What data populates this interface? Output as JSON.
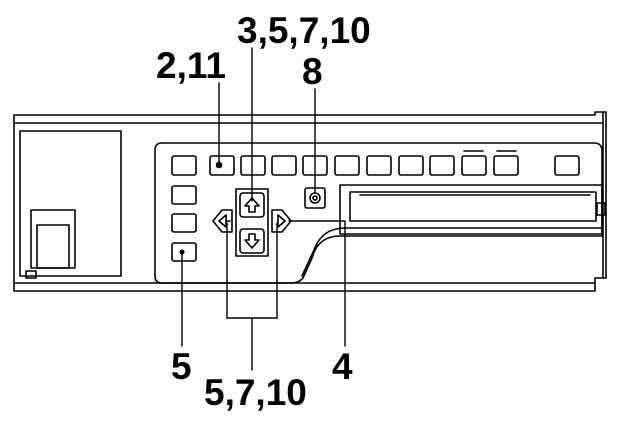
{
  "callouts": {
    "c_2_11": "2,11",
    "c_3_5_7_10": "3,5,7,10",
    "c_8": "8",
    "c_5": "5",
    "c_4": "4",
    "c_5_7_10": "5,7,10"
  },
  "icons": {
    "button_up": "arrow-up-icon",
    "button_down": "arrow-down-icon",
    "button_left": "arrow-left-icon",
    "button_right": "arrow-right-icon",
    "button_center": "circle-dot-icon"
  },
  "colors": {
    "line": "#000000",
    "panel_fill": "#ffffff"
  }
}
